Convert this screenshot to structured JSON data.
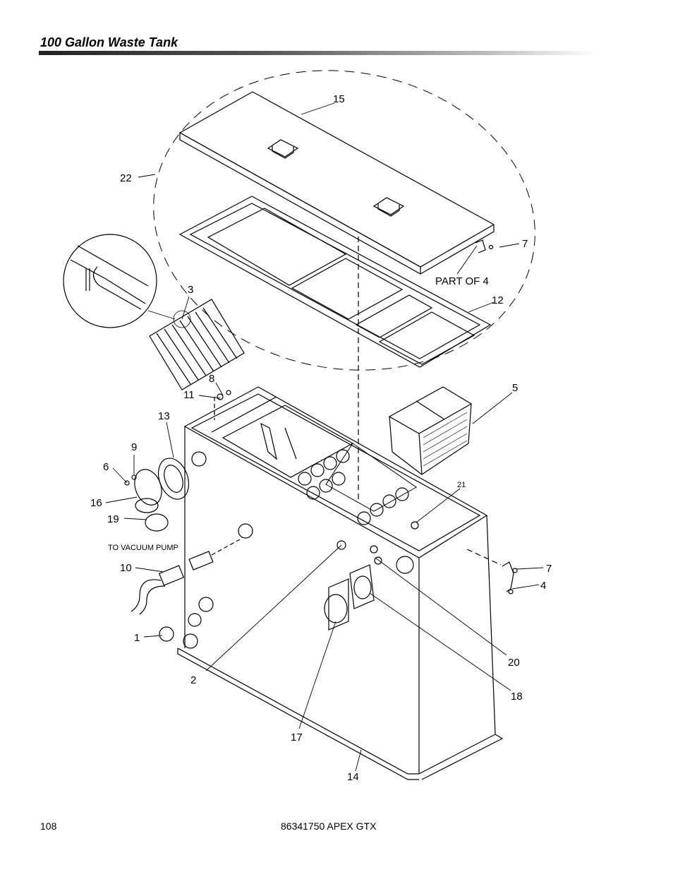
{
  "header": {
    "title": "100 Gallon Waste Tank"
  },
  "footer": {
    "page_number": "108",
    "doc_id": "86341750  APEX GTX"
  },
  "callouts": {
    "c1": "1",
    "c2": "2",
    "c3": "3",
    "c4": "4",
    "c5": "5",
    "c6": "6",
    "c7a": "7",
    "c7b": "7",
    "c8": "8",
    "c9": "9",
    "c10": "10",
    "c11": "11",
    "c12": "12",
    "c13": "13",
    "c14": "14",
    "c15": "15",
    "c16": "16",
    "c17": "17",
    "c18": "18",
    "c19": "19",
    "c20": "20",
    "c21": "21",
    "c22": "22"
  },
  "annotations": {
    "part_of_4": "PART OF 4",
    "to_vacuum_pump": "TO VACUUM PUMP"
  }
}
